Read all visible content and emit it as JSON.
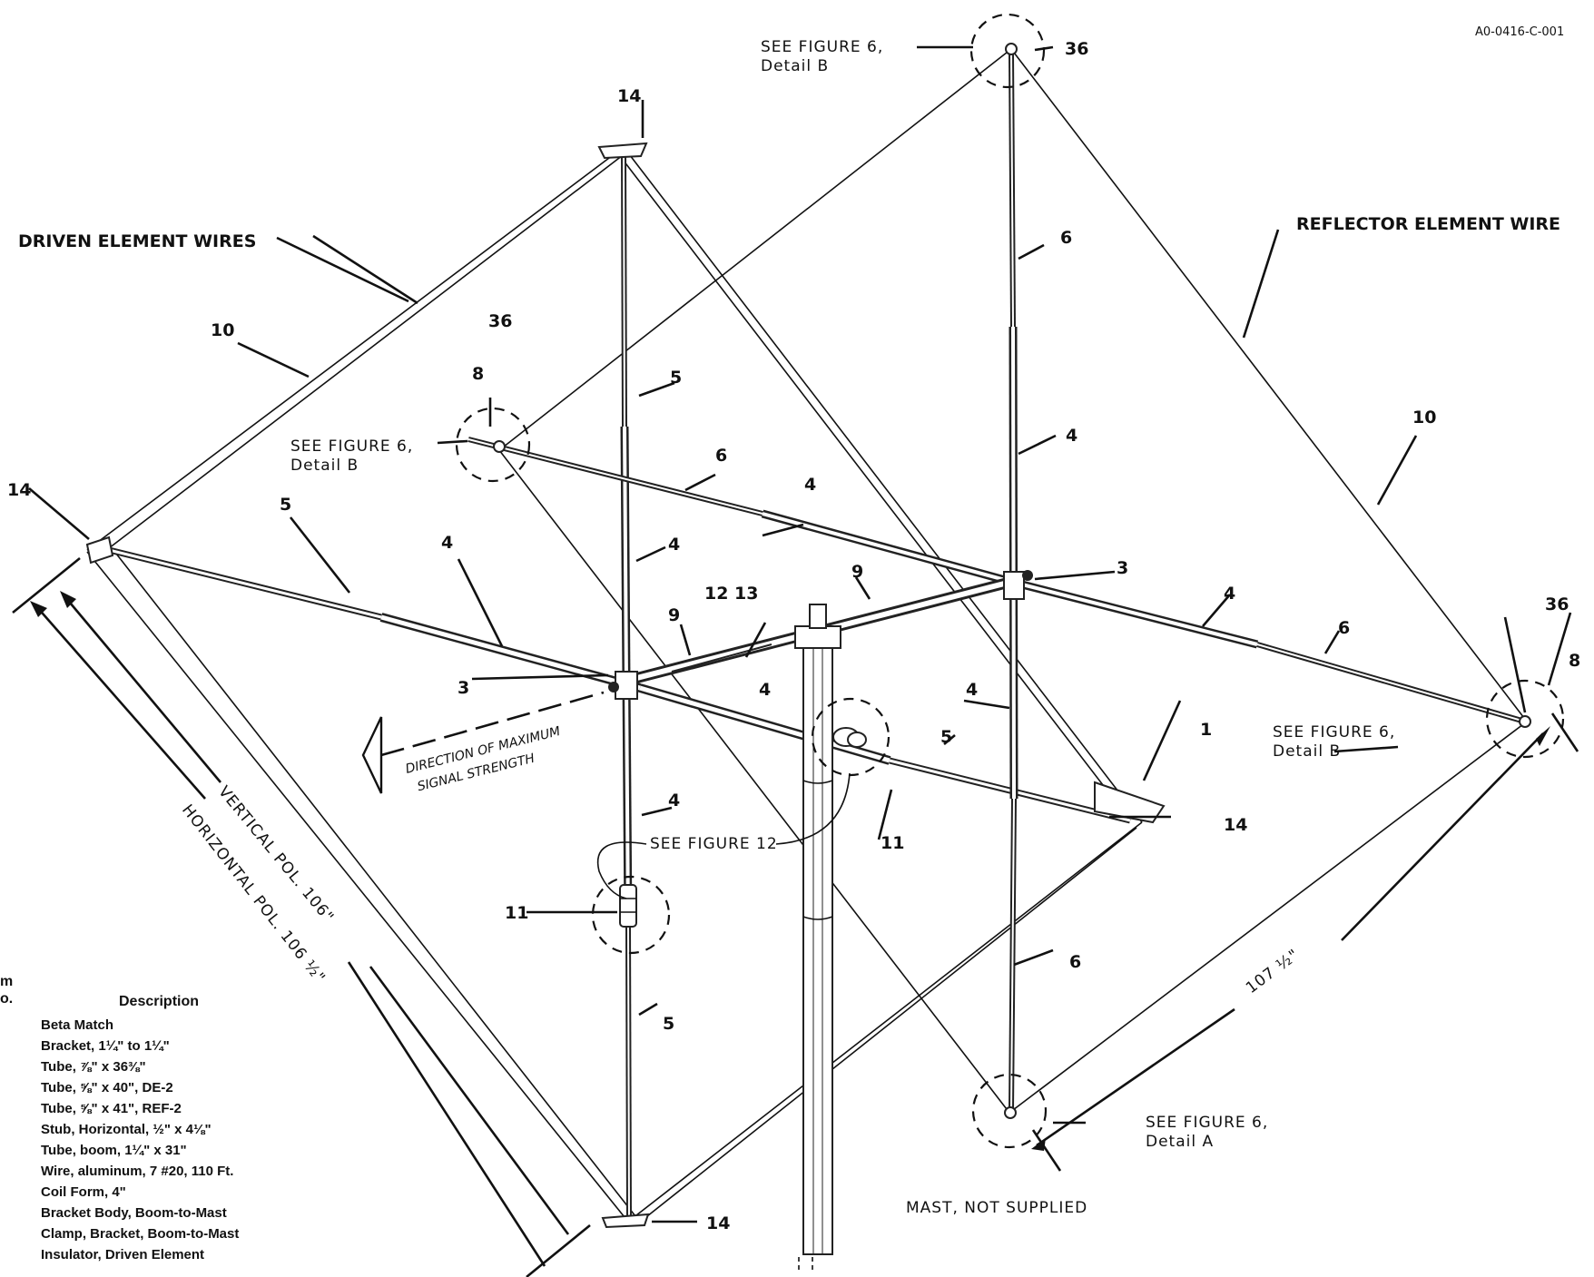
{
  "drawing_number": "A0-0416-C-001",
  "labels": {
    "driven_element_wires": "DRIVEN ELEMENT WIRES",
    "reflector_element_wire": "REFLECTOR ELEMENT WIRE",
    "direction_line1": "DIRECTION OF MAXIMUM",
    "direction_line2": "SIGNAL STRENGTH",
    "see_fig6": "SEE FIGURE 6,",
    "detail_a": "Detail A",
    "detail_b": "Detail B",
    "see_fig12": "SEE FIGURE 12",
    "mast_not_supplied": "MAST, NOT SUPPLIED",
    "vertical_pol": "VERTICAL POL. 106\"",
    "horizontal_pol": "HORIZONTAL POL. 106 ½\"",
    "dimension_107": "107 ½\""
  },
  "callouts": {
    "n1": "1",
    "n3": "3",
    "n4": "4",
    "n5": "5",
    "n6": "6",
    "n8": "8",
    "n9": "9",
    "n10": "10",
    "n11": "11",
    "n12_13": "12 13",
    "n14": "14",
    "n36": "36"
  },
  "parts_table": {
    "header_item": "m",
    "header_no": "o.",
    "header_description": "Description",
    "rows": [
      "Beta Match",
      "Bracket, 1¼\" to 1¼\"",
      "Tube, ⅞\" x 36⅜\"",
      "Tube, ⅝\" x 40\", DE-2",
      "Tube, ⅝\" x 41\", REF-2",
      "Stub, Horizontal, ½\" x 4⅛\"",
      "Tube, boom, 1¼\" x 31\"",
      "Wire, aluminum, 7 #20, 110 Ft.",
      "Coil Form, 4\"",
      "Bracket Body, Boom-to-Mast",
      "Clamp, Bracket, Boom-to-Mast",
      "Insulator, Driven Element"
    ]
  }
}
